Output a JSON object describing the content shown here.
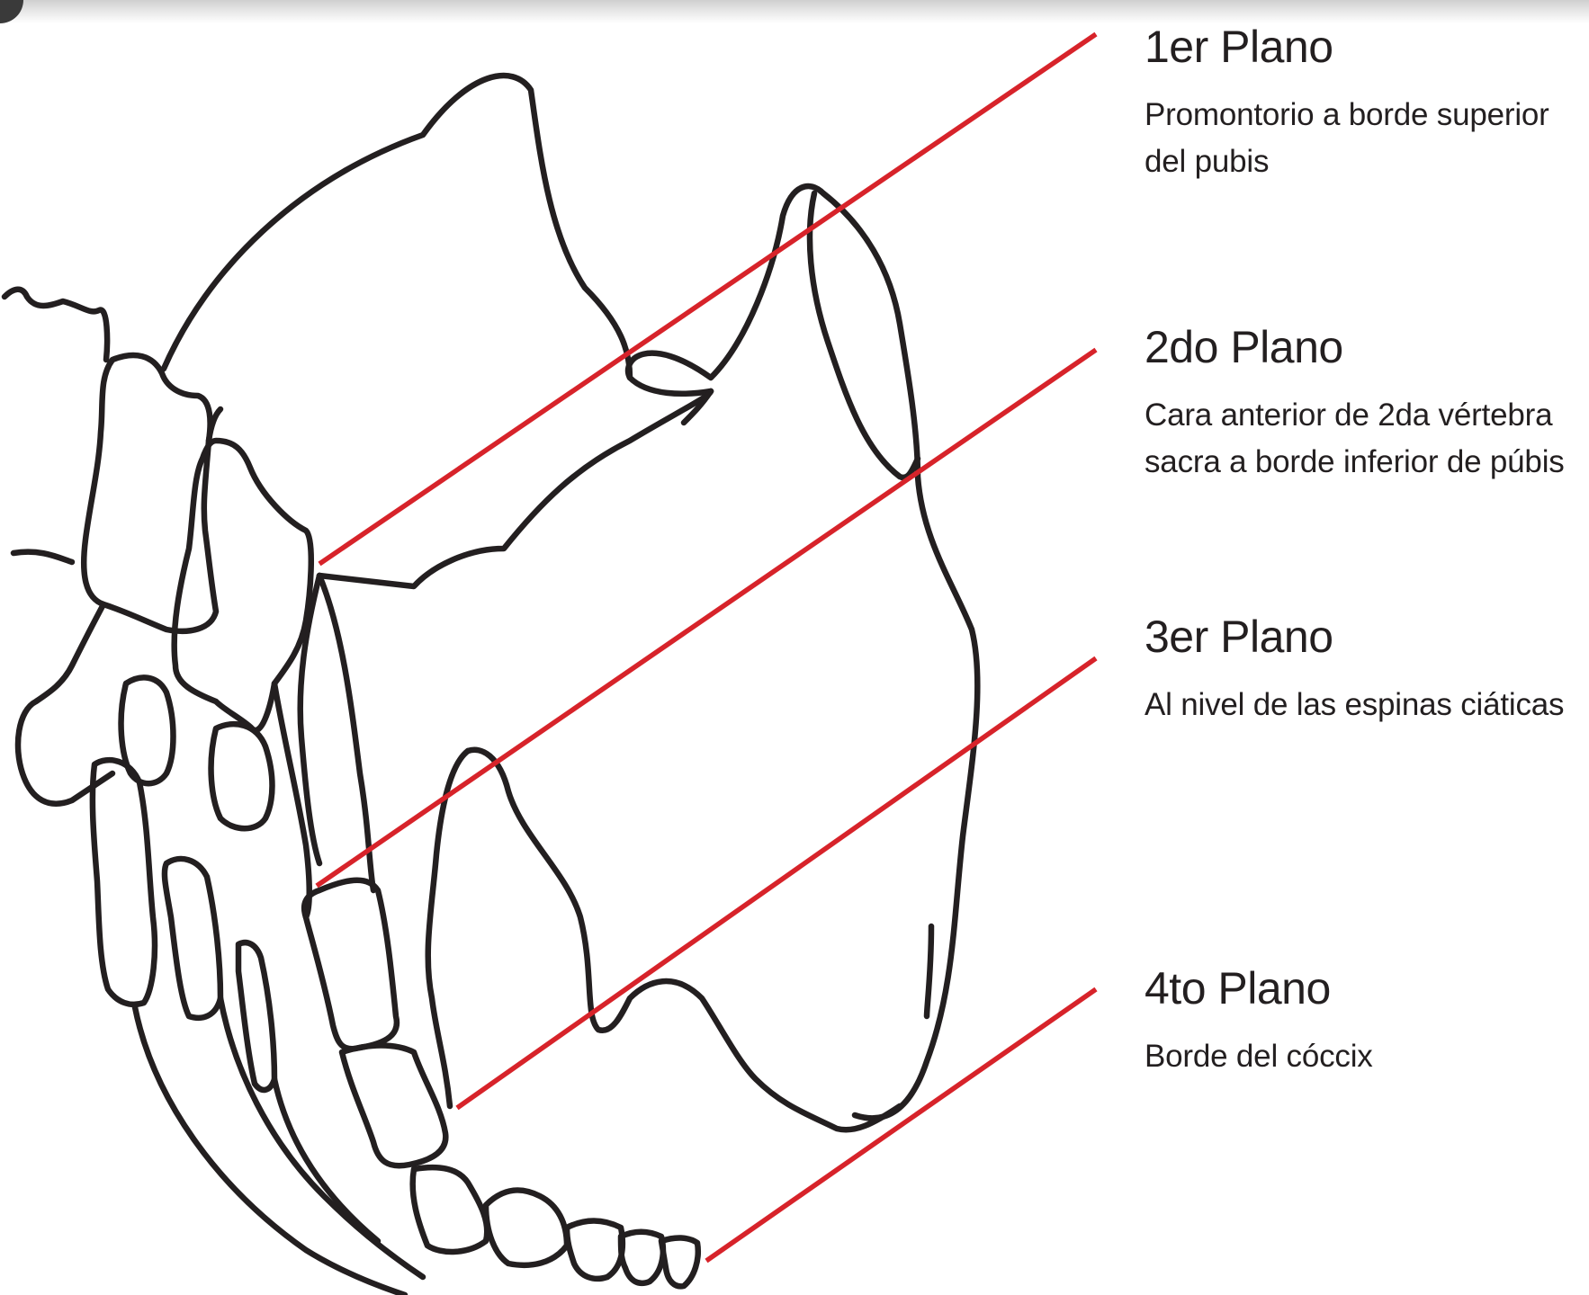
{
  "planes": [
    {
      "title": "1er Plano",
      "description": "Promontorio a borde superior\ndel pubis"
    },
    {
      "title": "2do Plano",
      "description": "Cara anterior de 2da vértebra\nsacra a borde inferior de púbis"
    },
    {
      "title": "3er Plano",
      "description": "Al nivel de las espinas ciáticas"
    },
    {
      "title": "4to Plano",
      "description": "Borde del cóccix"
    }
  ],
  "colors": {
    "plane_line": "#d7232a",
    "outline": "#231f20",
    "background": "#ffffff"
  }
}
